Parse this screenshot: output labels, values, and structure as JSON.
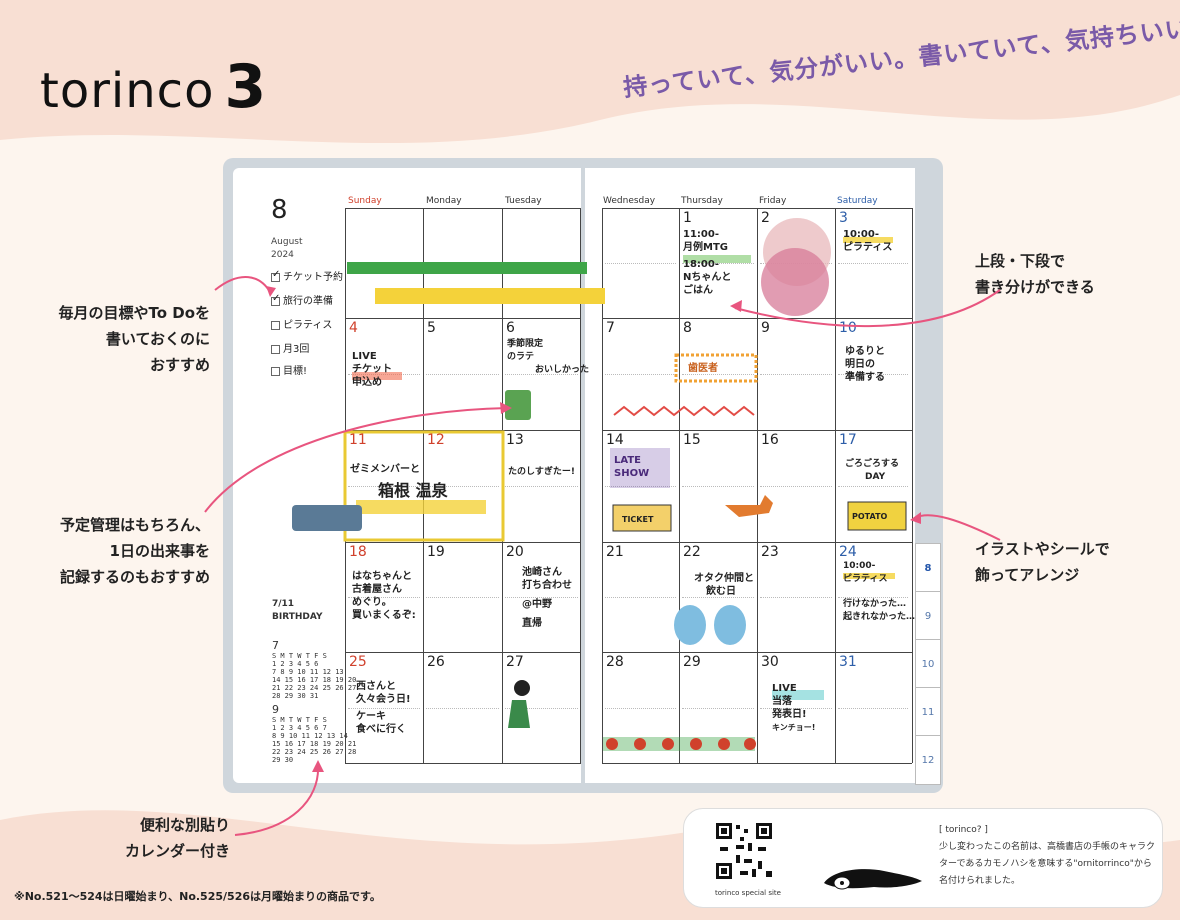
{
  "brand": {
    "name": "torinco",
    "number": "3"
  },
  "tagline": "持っていて、気分がいい。書いていて、気持ちいい。",
  "callouts": {
    "goals": [
      "毎月の目標やTo Doを",
      "書いておくのに",
      "おすすめ"
    ],
    "schedule": [
      "予定管理はもちろん、",
      "1日の出来事を",
      "記録するのもおすすめ"
    ],
    "calendar": [
      "便利な別貼り",
      "カレンダー付き"
    ],
    "split": [
      "上段・下段で",
      "書き分けができる"
    ],
    "arrange": [
      "イラストやシールで",
      "飾ってアレンジ"
    ]
  },
  "planner": {
    "month_num": "8",
    "month_name": "August",
    "year": "2024",
    "todos": [
      {
        "label": "チケット予約",
        "checked": true
      },
      {
        "label": "旅行の準備",
        "checked": true
      },
      {
        "label": "ピラティス",
        "checked": false
      },
      {
        "label": "月3回",
        "checked": false
      },
      {
        "label": "目標!",
        "checked": false
      }
    ],
    "day_headers": [
      "Sunday",
      "Monday",
      "Tuesday",
      "Wednesday",
      "Thursday",
      "Friday",
      "Saturday"
    ],
    "dates": {
      "w1": [
        "",
        "",
        "",
        "",
        "1",
        "2",
        "3"
      ],
      "w2": [
        "4",
        "5",
        "6",
        "7",
        "8",
        "9",
        "10"
      ],
      "w3": [
        "11",
        "12",
        "13",
        "14",
        "15",
        "16",
        "17"
      ],
      "w4": [
        "18",
        "19",
        "20",
        "21",
        "22",
        "23",
        "24"
      ],
      "w5": [
        "25",
        "26",
        "27",
        "28",
        "29",
        "30",
        "31"
      ]
    },
    "notes": {
      "thu1": [
        "11:00-",
        "月例MTG",
        "18:00-",
        "Nちゃんと",
        "ごはん"
      ],
      "sat3": [
        "10:00-",
        "ピラティス"
      ],
      "sun4": [
        "LIVE",
        "チケット",
        "申込め"
      ],
      "tue6": [
        "季節限定",
        "のラテ",
        "おいしかった"
      ],
      "thu8": "歯医者",
      "sat10": [
        "ゆるりと",
        "明日の",
        "準備する"
      ],
      "sun11": [
        "ゼミメンバーと",
        "箱根 温泉"
      ],
      "tue13": "たのしすぎたー!",
      "wed14": [
        "LATE",
        "SHOW"
      ],
      "sat17": [
        "ごろごろする",
        "DAY"
      ],
      "ticket": "TICKET",
      "potato": "POTATO",
      "sun18": [
        "はなちゃんと",
        "古着屋さん",
        "めぐり。",
        "買いまくるぞ:"
      ],
      "tue20": [
        "池崎さん",
        "打ち合わせ",
        "@中野",
        "直帰"
      ],
      "thu22": [
        "オタク仲間と",
        "飲む日"
      ],
      "sat24": [
        "10:00-",
        "ピラティス",
        "行けなかった…",
        "起きれなかった…"
      ],
      "sun25": [
        "西さんと",
        "久々会う日!",
        "ケーキ",
        "食べに行く"
      ],
      "fri30": [
        "LIVE",
        "当落",
        "発表日!",
        "キンチョー!"
      ]
    },
    "tabs": [
      "8",
      "9",
      "10",
      "11",
      "12"
    ],
    "birthday": [
      "7/11",
      "BIRTHDAY"
    ],
    "mini_calendars": [
      {
        "month": "7",
        "rows": [
          "S M T W T F S",
          "  1 2 3 4 5 6",
          "7 8 9 10 11 12 13",
          "14 15 16 17 18 19 20",
          "21 22 23 24 25 26 27",
          "28 29 30 31"
        ]
      },
      {
        "month": "9",
        "rows": [
          "S M T W T F S",
          "1 2 3 4 5 6 7",
          "8 9 10 11 12 13 14",
          "15 16 17 18 19 20 21",
          "22 23 24 25 26 27 28",
          "29 30"
        ]
      }
    ]
  },
  "info": {
    "title": "[ torinco? ]",
    "text": "少し変わったこの名前は、高橋書店の手帳のキャラクターであるカモノハシを意味する\"ornitorrinco\"から名付けられました。",
    "qr_label": "torinco special site"
  },
  "footnote": "※No.521～524は日曜始まり、No.525/526は月曜始まりの商品です。",
  "colors": {
    "accent_pink": "#e8557f",
    "tagline_purple": "#7a5aa8",
    "sunday_red": "#d0412c",
    "saturday_blue": "#2d5ea8"
  }
}
